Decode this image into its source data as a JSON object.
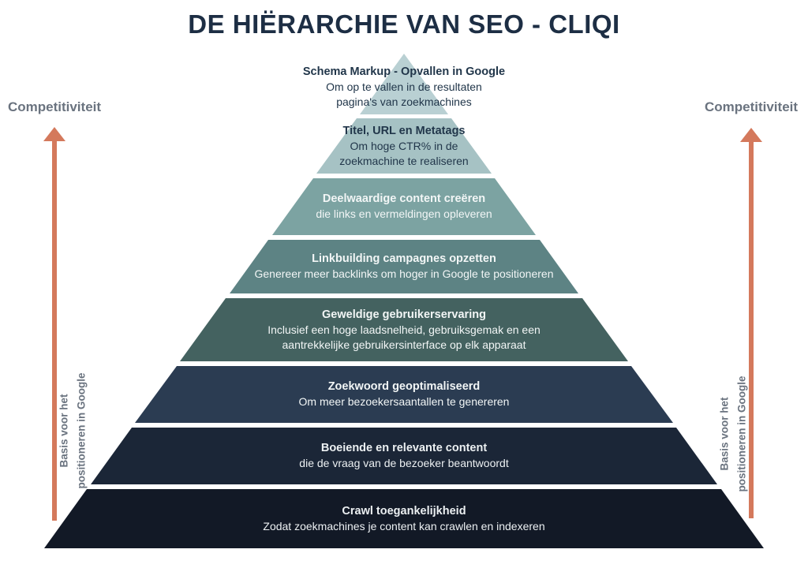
{
  "title": "DE HIËRARCHIE VAN SEO - CLIQI",
  "colors": {
    "title_text": "#1d2e44",
    "side_label_text": "#6a737f",
    "arrow_accent": "#d4795c",
    "background": "#ffffff"
  },
  "side_annotations": {
    "left": {
      "top_label": "Competitiviteit",
      "axis_label": "Basis voor het\npositioneren in Google"
    },
    "right": {
      "top_label": "Competitiviteit",
      "axis_label": "Basis voor het\npositioneren in Google"
    }
  },
  "pyramid": {
    "levels": [
      {
        "rank": 1,
        "heading": "Schema Markup - Opvallen in Google",
        "subtitle": "Om op te vallen in de resultaten\npagina's van zoekmachines",
        "color": "#b9d0d3",
        "text_color": "#21364a"
      },
      {
        "rank": 2,
        "heading": "Titel, URL en Metatags",
        "subtitle": "Om hoge CTR% in de\nzoekmachine te realiseren",
        "color": "#a6c2c4",
        "text_color": "#21364a"
      },
      {
        "rank": 3,
        "heading": "Deelwaardige content creëren",
        "subtitle": "die links en vermeldingen opleveren",
        "color": "#7ca3a2",
        "text_color": "#f2f6f6"
      },
      {
        "rank": 4,
        "heading": "Linkbuilding campagnes opzetten",
        "subtitle": "Genereer meer backlinks om hoger in Google te positioneren",
        "color": "#5d8384",
        "text_color": "#f2f6f6"
      },
      {
        "rank": 5,
        "heading": "Geweldige gebruikerservaring",
        "subtitle": "Inclusief een hoge laadsnelheid, gebruiksgemak en een\naantrekkelijke gebruikersinterface op elk apparaat",
        "color": "#446260",
        "text_color": "#f2f6f6"
      },
      {
        "rank": 6,
        "heading": "Zoekwoord geoptimaliseerd",
        "subtitle": "Om meer bezoekersaantallen te genereren",
        "color": "#2b3c52",
        "text_color": "#f2f6f6"
      },
      {
        "rank": 7,
        "heading": "Boeiende en relevante content",
        "subtitle": "die de vraag van de bezoeker beantwoordt",
        "color": "#1b2637",
        "text_color": "#ecf0f2"
      },
      {
        "rank": 8,
        "heading": "Crawl toegankelijkheid",
        "subtitle": "Zodat zoekmachines je content kan crawlen en indexeren",
        "color": "#121926",
        "text_color": "#ecf0f2"
      }
    ]
  }
}
